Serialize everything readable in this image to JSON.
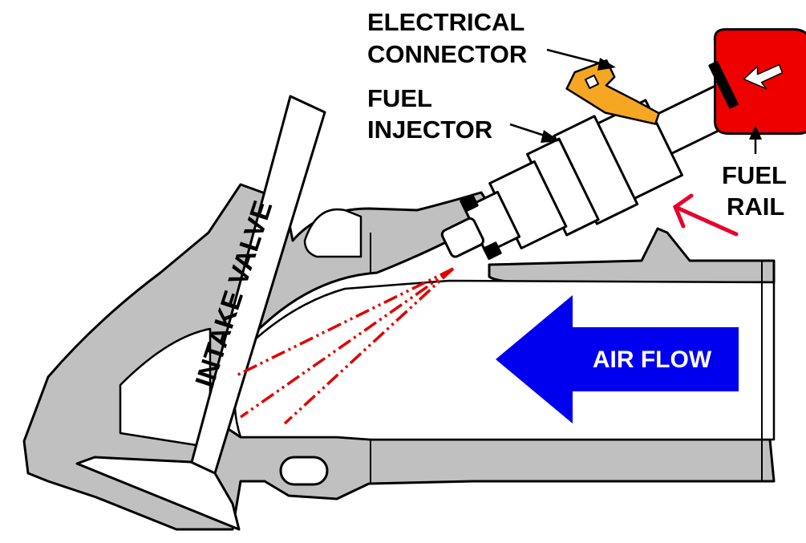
{
  "labels": {
    "electrical_connector_line1": "ELECTRICAL",
    "electrical_connector_line2": "CONNECTOR",
    "fuel_injector_line1": "FUEL",
    "fuel_injector_line2": "INJECTOR",
    "fuel_rail_line1": "FUEL",
    "fuel_rail_line2": "RAIL",
    "intake_valve": "INTAKE VALVE",
    "air_flow": "AIR FLOW"
  },
  "colors": {
    "metal": "#c0c0c0",
    "outline": "#000000",
    "connector": "#f5a623",
    "fuel_rail": "#ee0000",
    "spray": "#e00000",
    "air_arrow": "#0000ee",
    "flow_indicator": "#e8002a"
  }
}
